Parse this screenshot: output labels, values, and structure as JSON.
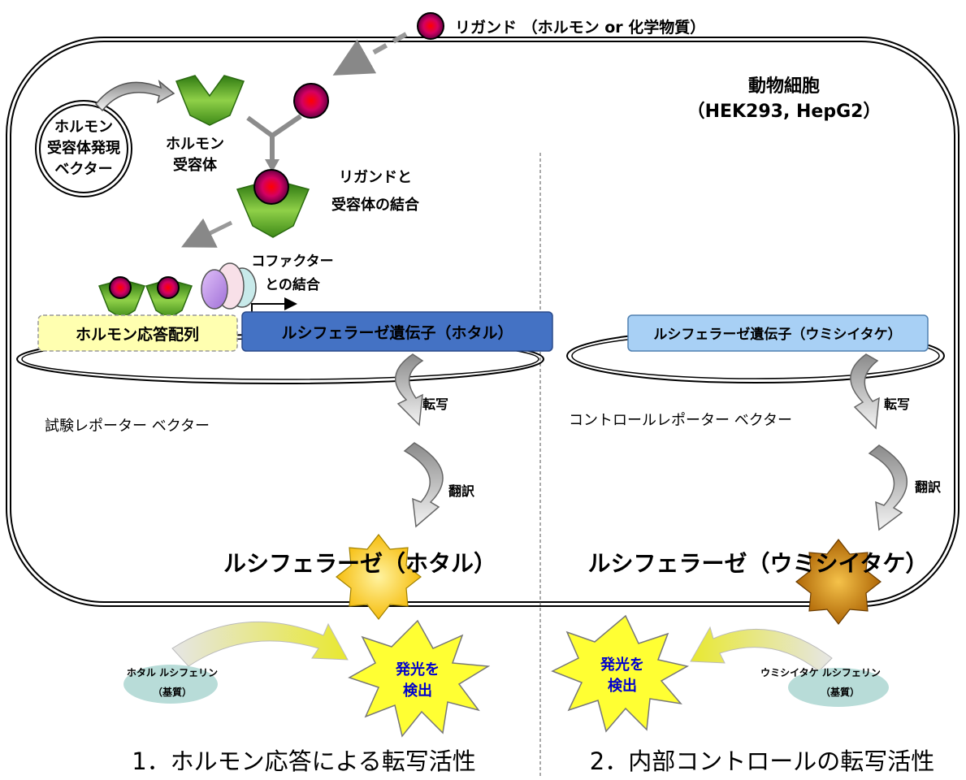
{
  "ligand_legend": "リガンド （ホルモン or 化学物質）",
  "cell": {
    "title": "動物細胞",
    "subtitle": "（HEK293, HepG2）"
  },
  "expression_vector": {
    "line1": "ホルモン",
    "line2": "受容体発現",
    "line3": "ベクター"
  },
  "receptor": {
    "line1": "ホルモン",
    "line2": "受容体"
  },
  "binding": {
    "line1": "リガンドと",
    "line2": "受容体の結合"
  },
  "cofactor": {
    "line1": "コファクター",
    "line2": "との結合"
  },
  "response_element": "ホルモン応答配列",
  "firefly_gene": "ルシフェラーゼ遺伝子（ホタル）",
  "renilla_gene": "ルシフェラーゼ遺伝子（ウミシイタケ）",
  "test_vector": "試験レポーター ベクター",
  "control_vector": "コントロールレポーター ベクター",
  "transcription": "転写",
  "translation": "翻訳",
  "firefly_enzyme": "ルシフェラーゼ（ホタル）",
  "renilla_enzyme": "ルシフェラーゼ（ウミシイタケ）",
  "firefly_substrate": {
    "line1": "ホタル ルシフェリン",
    "line2": "（基質）"
  },
  "renilla_substrate": {
    "line1": "ウミシイタケ ルシフェリン",
    "line2": "（基質）"
  },
  "detect": {
    "line1": "発光を",
    "line2": "検出"
  },
  "caption_left": "1．ホルモン応答による転写活性",
  "caption_right": "2．内部コントロールの転写活性",
  "colors": {
    "ligand": "#c8006e",
    "receptor": "#4a9a1c",
    "firefly_gene": "#4472c4",
    "renilla_gene": "#a8d0f5",
    "response_element": "#ffffb0",
    "firefly_enzyme": "#ffd21e",
    "renilla_enzyme": "#d89a10",
    "burst": "#ffff33",
    "substrate": "#b8dcd8"
  }
}
